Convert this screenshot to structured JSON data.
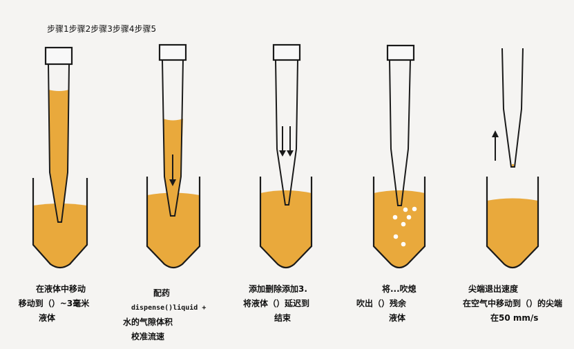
{
  "header": {
    "steps_label": "步骤1步骤2步骤3步骤4步骤5"
  },
  "colors": {
    "background": "#f5f4f2",
    "liquid": "#e9a93c",
    "outline": "#1a1a1a",
    "bubble": "#ffffff"
  },
  "steps": [
    {
      "step": 1,
      "caption_lines": [
        "在液体中移动",
        "移动到（）~3毫米",
        "液体"
      ],
      "illustration": "tip-filled-immersed-in-liquid"
    },
    {
      "step": 2,
      "caption_lines": [
        "配药",
        "dispense()liquid +",
        "水的气隙体积",
        "校准流速"
      ],
      "illustration": "tip-dispensing-with-down-arrow"
    },
    {
      "step": 3,
      "caption_lines": [
        "添加删除添加3.",
        "将液体（）延迟到",
        "结束"
      ],
      "illustration": "empty-tip-with-double-down-arrows"
    },
    {
      "step": 4,
      "caption_lines": [
        "将...吹熄",
        "吹出（）残余",
        "液体"
      ],
      "illustration": "tip-blowout-bubbles"
    },
    {
      "step": 5,
      "caption_lines": [
        "尖端退出速度",
        "在空气中移动到（）的尖端",
        "在50 mm/s"
      ],
      "illustration": "tip-withdrawn-with-up-arrow"
    }
  ]
}
